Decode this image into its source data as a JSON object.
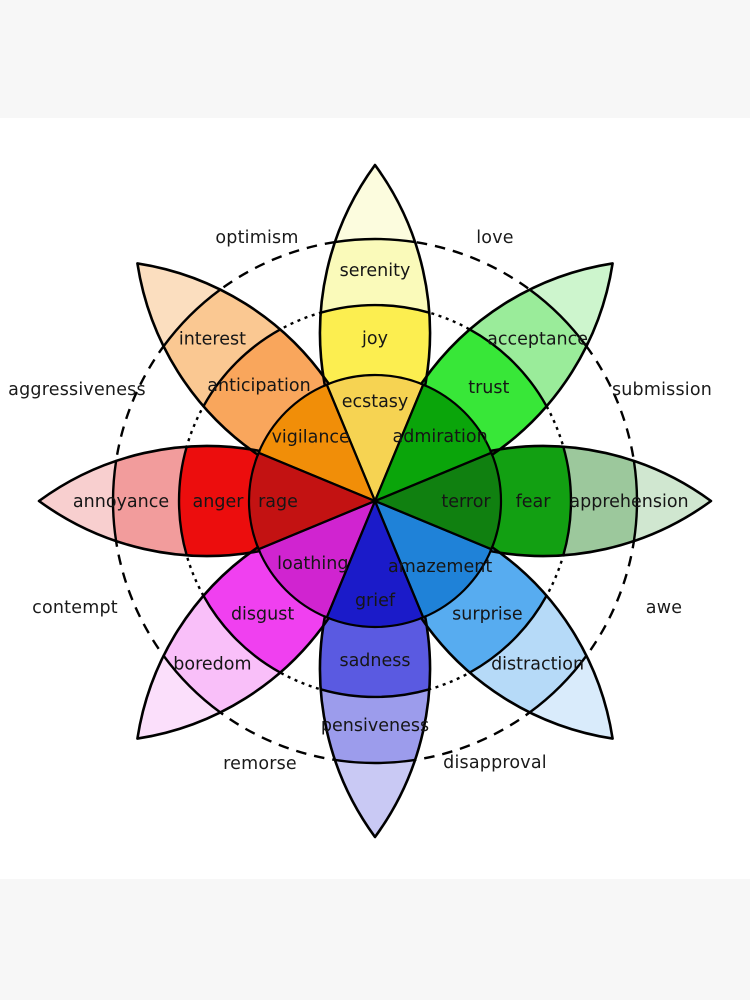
{
  "page": {
    "top_band_color": "#f7f7f7",
    "bottom_band_color": "#f7f7f7",
    "canvas_color": "#ffffff"
  },
  "wheel": {
    "stroke_color": "#000000",
    "label_color": "#161616",
    "petals": [
      {
        "id": "joy",
        "direction": "up",
        "labels": {
          "intense": "ecstasy",
          "middle": "joy",
          "outer": "serenity"
        },
        "colors": {
          "intense": "#f6d352",
          "middle": "#fcee50",
          "outer": "#fafaba",
          "tip": "#fcfcde"
        }
      },
      {
        "id": "trust",
        "direction": "upRight",
        "labels": {
          "intense": "admiration",
          "middle": "trust",
          "outer": "acceptance"
        },
        "colors": {
          "intense": "#0aa50a",
          "middle": "#38e738",
          "outer": "#9aec9a",
          "tip": "#cdf5cd"
        }
      },
      {
        "id": "fear",
        "direction": "right",
        "labels": {
          "intense": "terror",
          "middle": "fear",
          "outer": "apprehension"
        },
        "colors": {
          "intense": "#108010",
          "middle": "#12a012",
          "outer": "#9cc89c",
          "tip": "#d0e7d0"
        }
      },
      {
        "id": "surprise",
        "direction": "downRight",
        "labels": {
          "intense": "amazement",
          "middle": "surprise",
          "outer": "distraction"
        },
        "colors": {
          "intense": "#1f82d8",
          "middle": "#57acf0",
          "outer": "#b6daf8",
          "tip": "#d9ebfb"
        }
      },
      {
        "id": "sadness",
        "direction": "down",
        "labels": {
          "intense": "grief",
          "middle": "sadness",
          "outer": "pensiveness"
        },
        "colors": {
          "intense": "#1b1bc9",
          "middle": "#5a5ae1",
          "outer": "#9c9cec",
          "tip": "#c9c9f4"
        }
      },
      {
        "id": "disgust",
        "direction": "downLeft",
        "labels": {
          "intense": "loathing",
          "middle": "disgust",
          "outer": "boredom"
        },
        "colors": {
          "intense": "#d024d0",
          "middle": "#f040f0",
          "outer": "#f9bff9",
          "tip": "#fbdffb"
        }
      },
      {
        "id": "anger",
        "direction": "left",
        "labels": {
          "intense": "rage",
          "middle": "anger",
          "outer": "annoyance"
        },
        "colors": {
          "intense": "#c31212",
          "middle": "#ec0d0d",
          "outer": "#f29c9c",
          "tip": "#f8cfcf"
        }
      },
      {
        "id": "anticipation",
        "direction": "upLeft",
        "labels": {
          "intense": "vigilance",
          "middle": "anticipation",
          "outer": "interest"
        },
        "colors": {
          "intense": "#f18e08",
          "middle": "#f9a65c",
          "outer": "#fac892",
          "tip": "#fbdebf"
        }
      }
    ],
    "dyads": [
      {
        "id": "optimism",
        "label": "optimism"
      },
      {
        "id": "love",
        "label": "love"
      },
      {
        "id": "submission",
        "label": "submission"
      },
      {
        "id": "awe",
        "label": "awe"
      },
      {
        "id": "disapproval",
        "label": "disapproval"
      },
      {
        "id": "remorse",
        "label": "remorse"
      },
      {
        "id": "contempt",
        "label": "contempt"
      },
      {
        "id": "aggressiveness",
        "label": "aggressiveness"
      }
    ]
  }
}
